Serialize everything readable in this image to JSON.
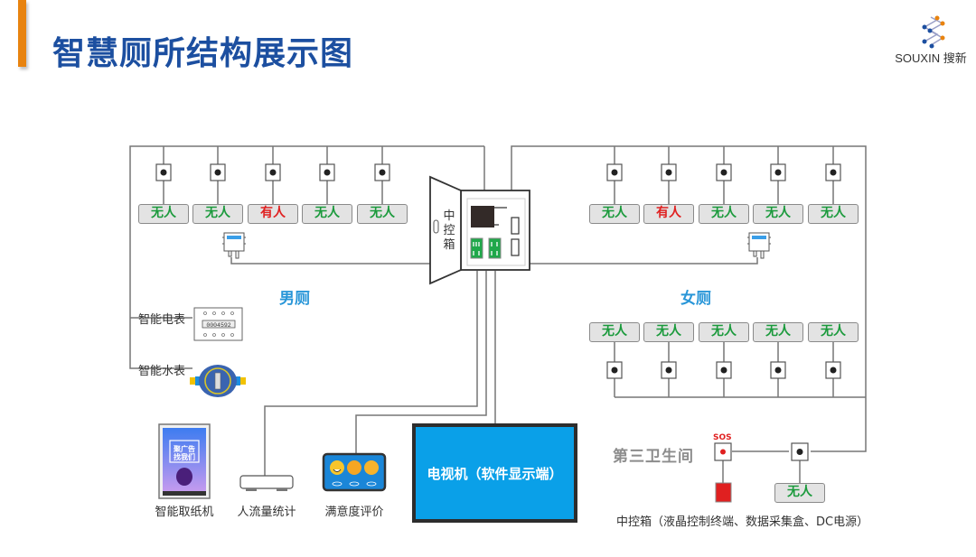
{
  "header": {
    "title": "智慧厕所结构展示图",
    "accent_color": "#e8830f",
    "title_color": "#1c4fa0"
  },
  "logo": {
    "brand": "SOUXIN 搜新",
    "icon": "souxin-logo-icon"
  },
  "status_colors": {
    "free": "#1b9a3c",
    "busy": "#e02020"
  },
  "men_room": {
    "label": "男厕",
    "stalls": [
      {
        "status": "free",
        "text": "无人"
      },
      {
        "status": "free",
        "text": "无人"
      },
      {
        "status": "busy",
        "text": "有人"
      },
      {
        "status": "free",
        "text": "无人"
      },
      {
        "status": "free",
        "text": "无人"
      }
    ],
    "sensor": "air-quality-sensor-icon",
    "meters": [
      {
        "label": "智能电表",
        "icon": "electric-meter-icon",
        "reading": "0004592"
      },
      {
        "label": "智能水表",
        "icon": "water-meter-icon"
      }
    ]
  },
  "women_room": {
    "label": "女厕",
    "stalls_top": [
      {
        "status": "free",
        "text": "无人"
      },
      {
        "status": "busy",
        "text": "有人"
      },
      {
        "status": "free",
        "text": "无人"
      },
      {
        "status": "free",
        "text": "无人"
      },
      {
        "status": "free",
        "text": "无人"
      }
    ],
    "stalls_bottom": [
      {
        "status": "free",
        "text": "无人"
      },
      {
        "status": "free",
        "text": "无人"
      },
      {
        "status": "free",
        "text": "无人"
      },
      {
        "status": "free",
        "text": "无人"
      },
      {
        "status": "free",
        "text": "无人"
      }
    ],
    "sensor": "air-quality-sensor-icon"
  },
  "control_box": {
    "label_chars": [
      "中",
      "控",
      "箱"
    ]
  },
  "devices": [
    {
      "label": "智能取纸机",
      "icon": "paper-dispenser-icon"
    },
    {
      "label": "人流量统计",
      "icon": "people-counter-icon"
    },
    {
      "label": "满意度评价",
      "icon": "satisfaction-panel-icon"
    }
  ],
  "tv": {
    "label": "电视机（软件显示端）",
    "color": "#0aa0e8"
  },
  "third_restroom": {
    "label": "第三卫生间",
    "sos_label": "SOS",
    "stall": {
      "status": "free",
      "text": "无人"
    },
    "caption": "中控箱（液晶控制终端、数据采集盒、DC电源）"
  }
}
